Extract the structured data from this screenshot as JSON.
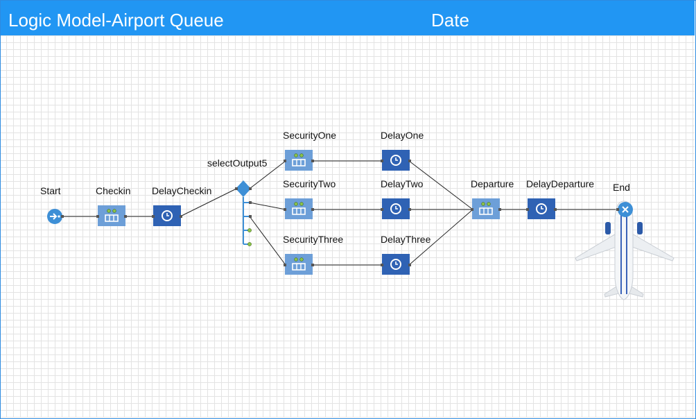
{
  "header": {
    "title": "Logic Model-Airport Queue",
    "date_label": "Date"
  },
  "blocks": {
    "start": "Start",
    "checkin": "Checkin",
    "delay_checkin": "DelayCheckin",
    "select_output": "selectOutput5",
    "security_one": "SecurityOne",
    "security_two": "SecurityTwo",
    "security_three": "SecurityThree",
    "delay_one": "DelayOne",
    "delay_two": "DelayTwo",
    "delay_three": "DelayThree",
    "departure": "Departure",
    "delay_departure": "DelayDeparture",
    "end": "End"
  },
  "icons": {
    "source": "source-icon",
    "queue": "queue-icon",
    "delay": "clock-icon",
    "select_output": "select-output-icon",
    "sink": "sink-icon",
    "airplane": "airplane-icon"
  },
  "colors": {
    "header": "#2196f3",
    "queue_block": "#6d9fd8",
    "delay_block": "#2f62b4",
    "source_sink": "#3d8fd6",
    "port_green": "#8bc34a"
  }
}
